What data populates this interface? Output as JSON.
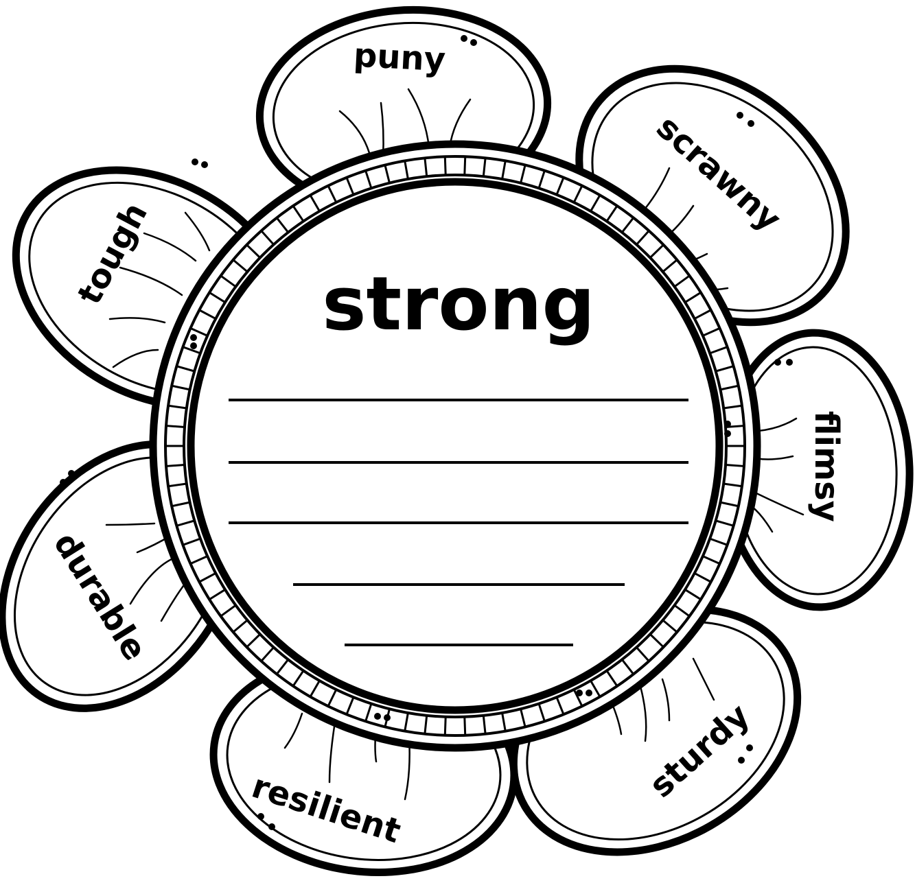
{
  "center": {
    "word": "strong"
  },
  "petals": [
    {
      "word": "puny"
    },
    {
      "word": "scrawny"
    },
    {
      "word": "flimsy"
    },
    {
      "word": "sturdy"
    },
    {
      "word": "resilient"
    },
    {
      "word": "durable"
    },
    {
      "word": "tough"
    }
  ],
  "writing_lines": 5,
  "colors": {
    "ink": "#000000",
    "paper": "#ffffff"
  }
}
